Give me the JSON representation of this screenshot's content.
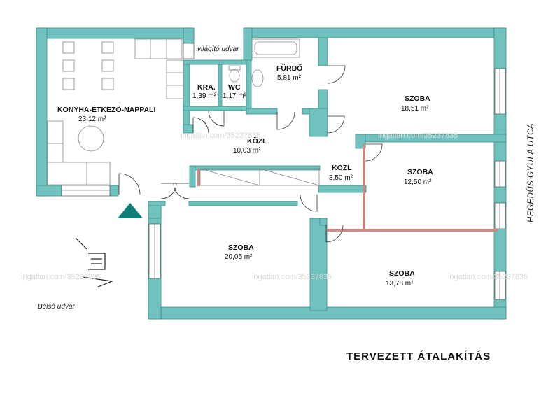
{
  "rooms": [
    {
      "name": "KONYHA-ÉTKEZŐ-NAPPALI",
      "area": "23,12 m²"
    },
    {
      "name": "KRA.",
      "area": "1,39 m²"
    },
    {
      "name": "WC",
      "area": "1,17 m²"
    },
    {
      "name": "FÜRDŐ",
      "area": "5,81 m²"
    },
    {
      "name": "SZOBA",
      "area": "18,51 m²"
    },
    {
      "name": "KÖZL",
      "area": "10,03 m²"
    },
    {
      "name": "KÖZL",
      "area": "3,50 m²"
    },
    {
      "name": "SZOBA",
      "area": "12,50 m²"
    },
    {
      "name": "SZOBA",
      "area": "20,05 m²"
    },
    {
      "name": "SZOBA",
      "area": "13,78 m²"
    }
  ],
  "labels": {
    "light_well": "világító udvar",
    "inner_courtyard": "Belső udvar",
    "street": "HEGEDŰS GYULA UTCA",
    "caption": "TERVEZETT ÁTALAKÍTÁS"
  },
  "watermark": "ingatlan.com/35237835",
  "colors": {
    "wall": "#6fc2bd",
    "wall_outline": "#3c8f8a",
    "new_wall": "#c98b84",
    "entrance_marker": "#0f7f78",
    "furniture": "#888888"
  }
}
